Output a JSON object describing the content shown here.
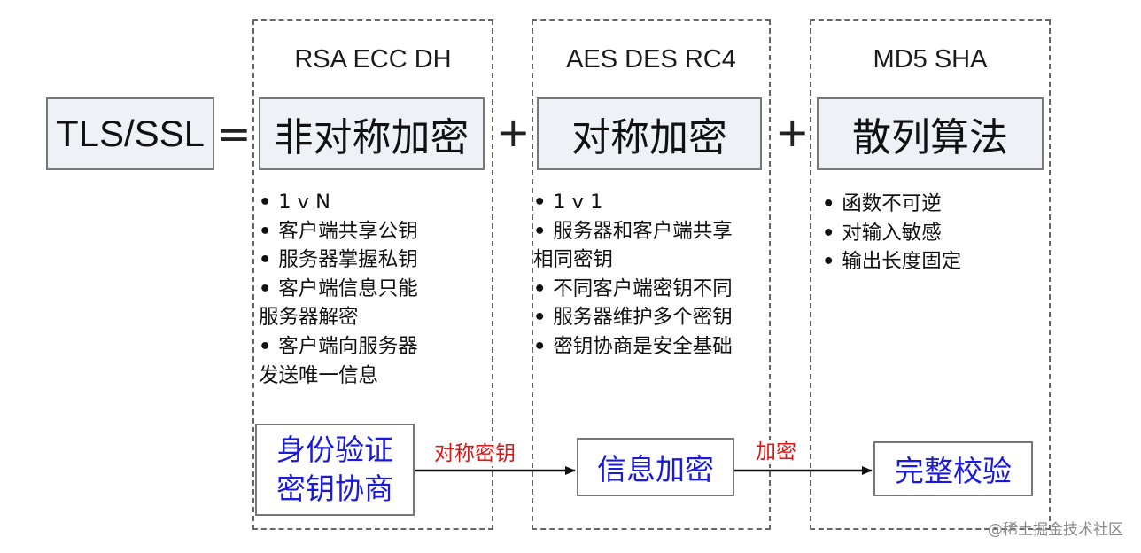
{
  "left_box": {
    "label": "TLS/SSL"
  },
  "operators": {
    "equals": "=",
    "plus_1": "+",
    "plus_2": "+"
  },
  "groups": [
    {
      "title": "RSA ECC DH",
      "header": "非对称加密",
      "bullets": [
        "1 v N",
        "客户端共享公钥",
        "服务器掌握私钥",
        "客户端信息只能\n服务器解密",
        "客户端向服务器\n发送唯一信息"
      ],
      "bottom_lines": [
        "身份验证",
        "密钥协商"
      ]
    },
    {
      "title": "AES DES RC4",
      "header": "对称加密",
      "bullets": [
        "1 v 1",
        "服务器和客户端共享\n相同密钥",
        "不同客户端密钥不同",
        "服务器维护多个密钥",
        "密钥协商是安全基础"
      ],
      "bottom_lines": [
        "信息加密"
      ]
    },
    {
      "title": "MD5 SHA",
      "header": "散列算法",
      "bullets": [
        "函数不可逆",
        "对输入敏感",
        "输出长度固定"
      ],
      "bottom_lines": [
        "完整校验"
      ]
    }
  ],
  "arrow_labels": {
    "first": "对称密钥",
    "second": "加密"
  },
  "watermark": "@稀土掘金技术社区",
  "colors": {
    "blue_text": "#1a1ad8",
    "red_text": "#d61a1a",
    "header_fill": "#eef1f6",
    "dash": "#666666"
  }
}
